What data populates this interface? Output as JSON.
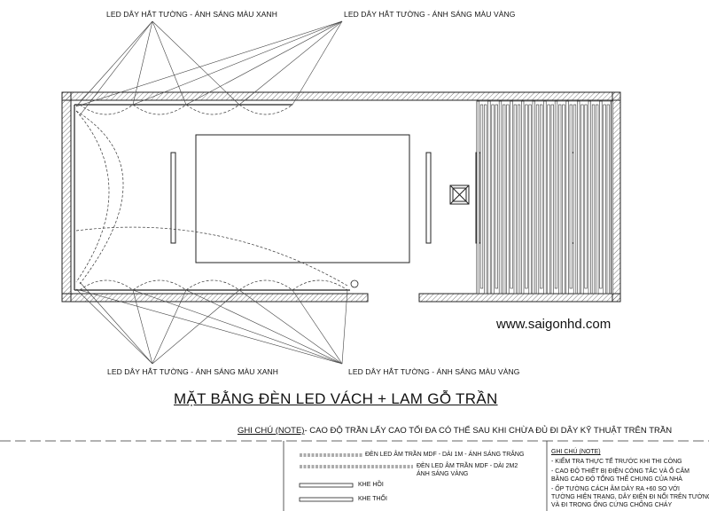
{
  "labels": {
    "top_left": "LED DÂY HẮT TƯỜNG - ÁNH SÁNG MÀU XANH",
    "top_right": "LED DÂY HẮT TƯỜNG - ÁNH SÁNG MÀU VÀNG",
    "bottom_left": "LED DÂY HẮT TƯỜNG - ÁNH SÁNG MÀU XANH",
    "bottom_right": "LED DÂY HẮT TƯỜNG - ÁNH SÁNG MÀU VÀNG"
  },
  "title": "MẶT BẰNG ĐÈN LED VÁCH + LAM GỖ TRẦN",
  "website": "www.saigonhd.com",
  "note": {
    "heading": "GHI CHÚ (NOTE)",
    "text": "- CAO ĐỘ TRẦN LẤY CAO TỐI ĐA CÓ THỂ SAU KHI CHỪA ĐỦ ĐI DÂY KỸ THUẬT TRÊN TRẦN"
  },
  "legend": {
    "item1": "ĐÈN LED ÂM TRẦN MDF - DÀI 1M - ÁNH SÁNG TRẮNG",
    "item2_line1": "ĐÈN LED ÂM TRẦN MDF - DÀI 2M2",
    "item2_line2": "ÁNH SÁNG VÀNG",
    "item3": "KHE HỒI",
    "item4": "KHE THỔI"
  },
  "right_notes": {
    "heading": "GHI CHÚ (NOTE)",
    "line1": "- KIỂM TRA THỰC TẾ TRƯỚC KHI THI CÔNG",
    "line2": "- CAO ĐỘ THIẾT BỊ ĐIỆN CÔNG TẮC VÀ Ổ CẮM",
    "line3": "BẰNG CAO ĐỘ TỔNG THỂ CHUNG CỦA NHÀ",
    "line4": "- ỐP TƯỜNG CÁCH ÂM DÀY RA +60 SO VỚI",
    "line5": "TƯỜNG HIỆN TRẠNG, DÂY ĐIỆN ĐI NỔI TRÊN TƯỜNG",
    "line6": "VÀ ĐI TRONG ỐNG CỨNG CHỐNG CHÁY"
  },
  "colors": {
    "line": "#222222",
    "wall_hatch": "#555555",
    "ink": "#111111"
  }
}
